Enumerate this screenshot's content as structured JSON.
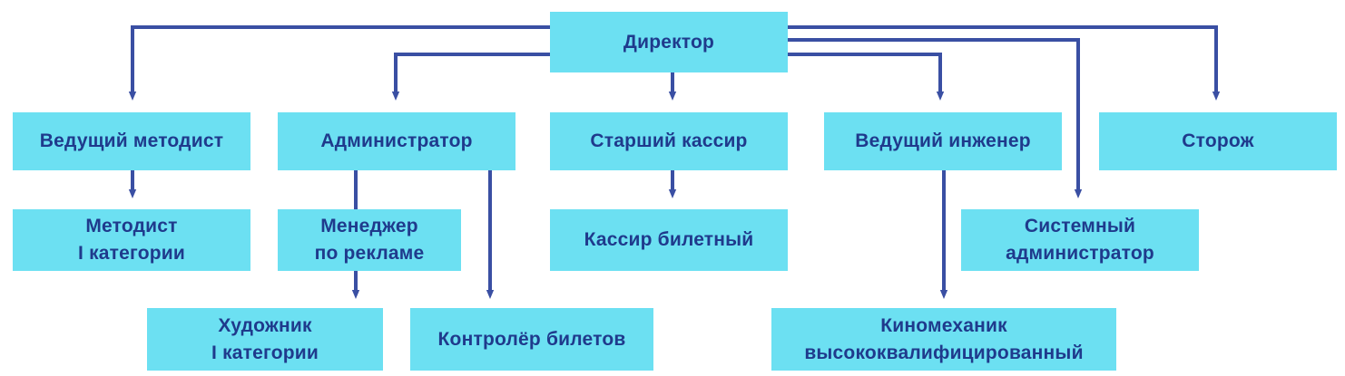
{
  "chart": {
    "nodes": {
      "director": "Директор",
      "lead_methodist": "Ведущий методист",
      "administrator": "Администратор",
      "senior_cashier": "Старший кассир",
      "lead_engineer": "Ведущий инженер",
      "watchman": "Сторож",
      "methodist_1": "Методист\nI категории",
      "ad_manager": "Менеджер\nпо рекламе",
      "ticket_cashier": "Кассир билетный",
      "sysadmin": "Системный\nадминистратор",
      "artist_1": "Художник\nI категории",
      "ticket_controller": "Контролёр билетов",
      "projectionist": "Киномеханик\nвысококвалифицированный"
    }
  },
  "colors": {
    "box_fill": "#6ce0f2",
    "text": "#1f3a8c",
    "connector": "#3a4fa3"
  }
}
